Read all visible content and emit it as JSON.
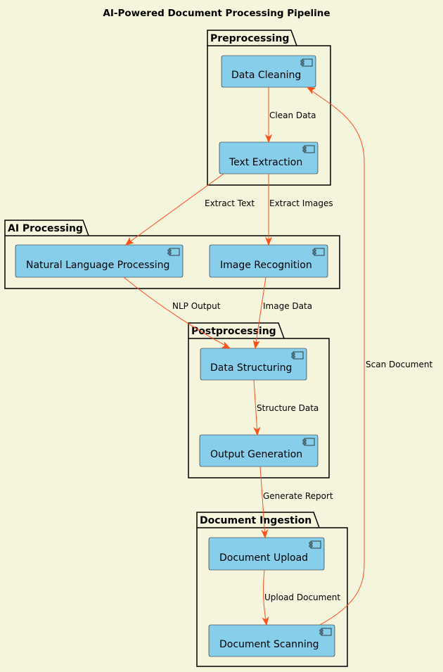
{
  "title": "AI-Powered Document Processing Pipeline",
  "packages": {
    "preprocessing": "Preprocessing",
    "ai_processing": "AI Processing",
    "postprocessing": "Postprocessing",
    "document_ingestion": "Document Ingestion"
  },
  "components": {
    "data_cleaning": "Data Cleaning",
    "text_extraction": "Text Extraction",
    "nlp": "Natural Language Processing",
    "image_recognition": "Image Recognition",
    "data_structuring": "Data Structuring",
    "output_generation": "Output Generation",
    "document_upload": "Document Upload",
    "document_scanning": "Document Scanning"
  },
  "edges": {
    "clean_data": "Clean Data",
    "extract_text": "Extract Text",
    "extract_images": "Extract Images",
    "nlp_output": "NLP Output",
    "image_data": "Image Data",
    "structure_data": "Structure Data",
    "generate_report": "Generate Report",
    "upload_document": "Upload Document",
    "scan_document": "Scan Document"
  },
  "colors": {
    "background": "#f5f4dc",
    "component_fill": "#87ceeb",
    "arrow": "#ff4f1a"
  }
}
